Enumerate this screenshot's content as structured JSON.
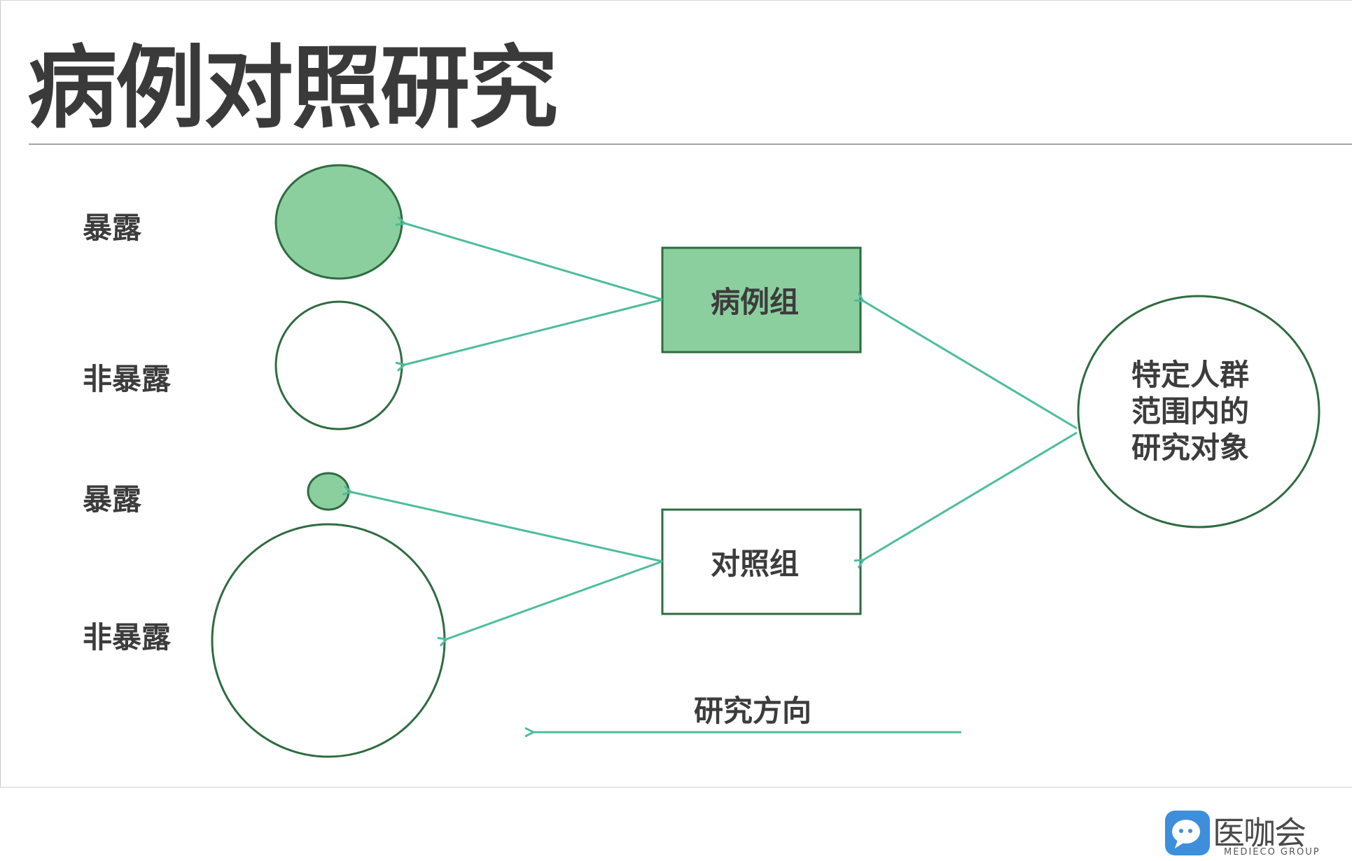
{
  "title": "病例对照研究",
  "labels": {
    "exposed_top": "暴露",
    "non_exposed_top": "非暴露",
    "exposed_bottom": "暴露",
    "non_exposed_bottom": "非暴露"
  },
  "boxes": {
    "case_group": "病例组",
    "control_group": "对照组"
  },
  "population": [
    "特定人群",
    "范围内的",
    "研究对象"
  ],
  "direction_label": "研究方向",
  "watermark": {
    "name": "医咖会",
    "sub": "MEDIECO GROUP"
  },
  "colors": {
    "fill_green": "#8ccf9f",
    "stroke_green": "#2f6b40",
    "arrow": "#4dbd9a",
    "text": "#3c3c3c"
  }
}
